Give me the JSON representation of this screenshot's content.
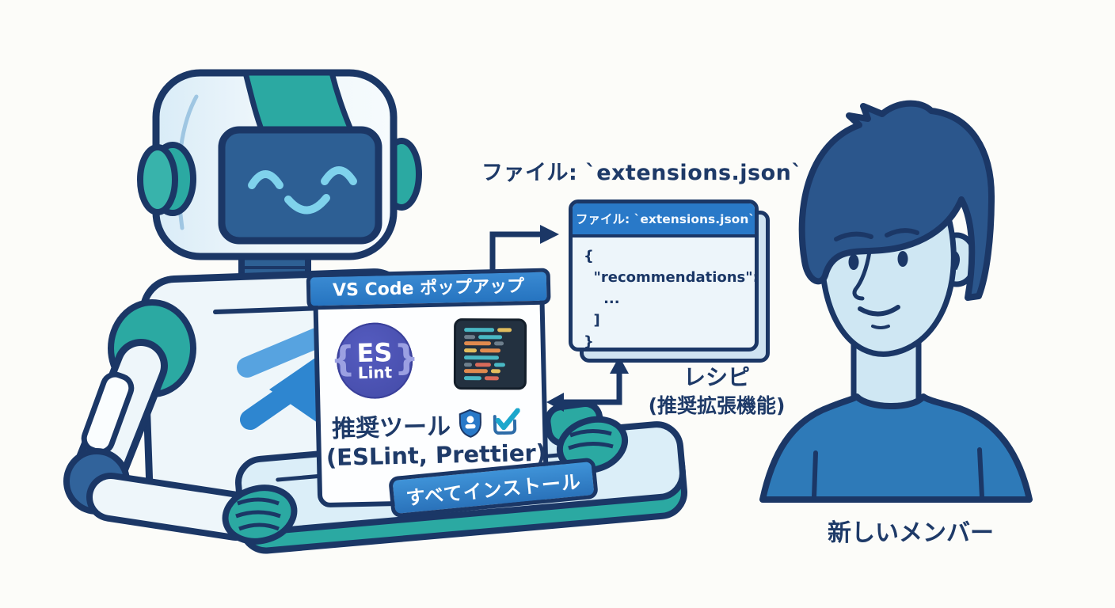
{
  "colors": {
    "background": "#fcfcf9",
    "outline_navy": "#1b3766",
    "teal": "#2ba9a2",
    "header_blue": "#2979c8",
    "button_blue": "#2d7cc6",
    "eslint_purple": "#4a50ae",
    "card_bg": "#edf5fa",
    "person_shirt_blue": "#2e7ab8",
    "text_navy": "#1e3a68"
  },
  "file_card_title": "ファイル: `extensions.json`",
  "json_card": {
    "header": "ファイル: `extensions.json`",
    "lines": [
      "{",
      "  \"recommendations\": [",
      "    ...",
      "  ]",
      "}"
    ]
  },
  "popup": {
    "header": "VS Code ポップアップ",
    "eslint_badge": {
      "brace_left": "{",
      "line1": "ES",
      "line2": "Lint",
      "brace_right": "}"
    },
    "tools_label": "推奨ツール",
    "tools_detail": "(ESLint, Prettier)",
    "install_button_label": "すべてインストール"
  },
  "recipe_label": {
    "line1": "レシピ",
    "line2": "(推奨拡張機能)"
  },
  "member_label": "新しいメンバー",
  "icons": {
    "robot_chest": "vscode-logo-icon",
    "popup_badge": "eslint-badge-icon",
    "popup_editor": "prettier-code-icon",
    "tools_shield": "lint-shield-icon",
    "tools_check": "install-check-icon"
  }
}
